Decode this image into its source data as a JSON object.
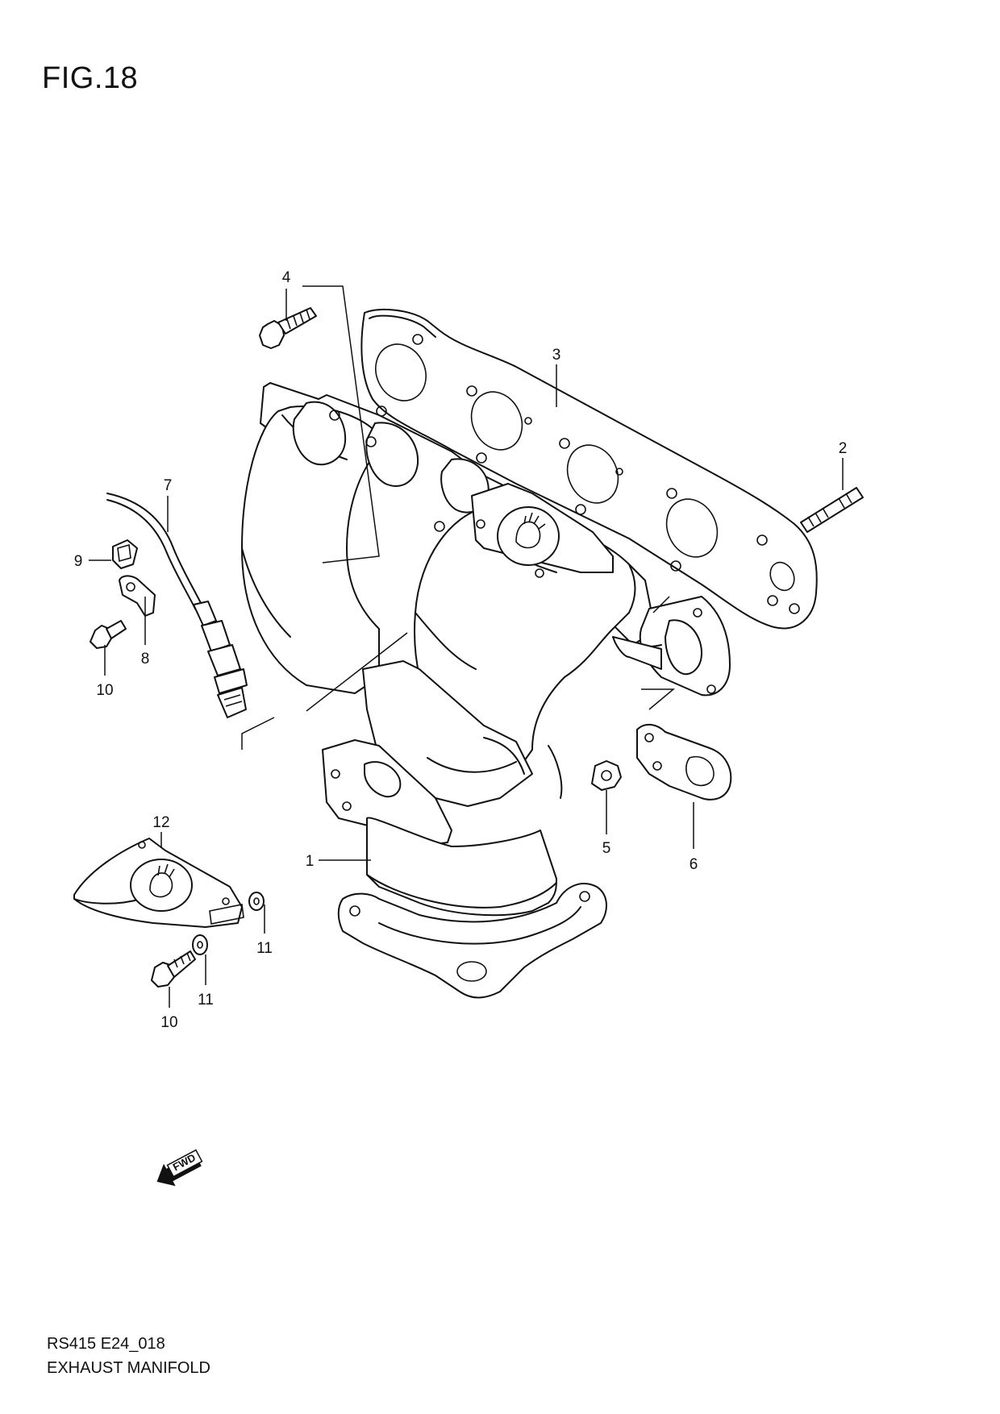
{
  "figure": {
    "title": "FIG.18"
  },
  "footer": {
    "code": "RS415 E24_018",
    "name": "EXHAUST MANIFOLD"
  },
  "fwd_label": "FWD",
  "callouts": [
    {
      "id": "c1",
      "label": "1"
    },
    {
      "id": "c2",
      "label": "2"
    },
    {
      "id": "c3",
      "label": "3"
    },
    {
      "id": "c4",
      "label": "4"
    },
    {
      "id": "c5",
      "label": "5"
    },
    {
      "id": "c6",
      "label": "6"
    },
    {
      "id": "c7",
      "label": "7"
    },
    {
      "id": "c8",
      "label": "8"
    },
    {
      "id": "c9",
      "label": "9"
    },
    {
      "id": "c10a",
      "label": "10"
    },
    {
      "id": "c10b",
      "label": "10"
    },
    {
      "id": "c11a",
      "label": "11"
    },
    {
      "id": "c11b",
      "label": "11"
    },
    {
      "id": "c12",
      "label": "12"
    }
  ]
}
